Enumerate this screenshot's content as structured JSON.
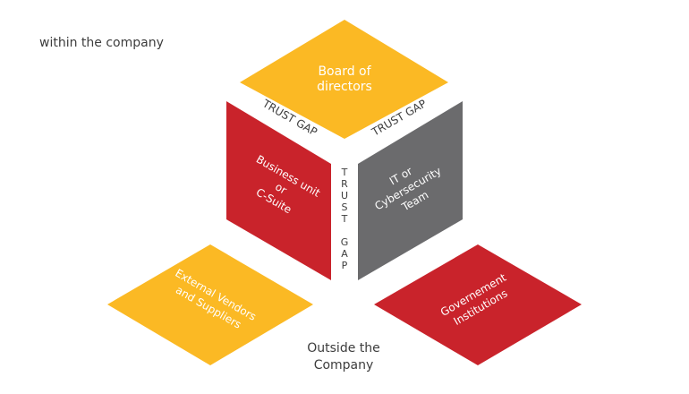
{
  "colors": {
    "yellow": "#FBB924",
    "red": "#C9232B",
    "gray": "#6B6B6D",
    "text_dark": "#3d3d3d",
    "white": "#ffffff"
  },
  "labels": {
    "within": "within the company",
    "outside_line1": "Outside the",
    "outside_line2": "Company"
  },
  "faces": {
    "board": {
      "line1": "Board of",
      "line2": "directors"
    },
    "business": {
      "line1": "Business unit",
      "line2": "or",
      "line3": "C-Suite"
    },
    "it": {
      "line1": "IT or",
      "line2": "Cybersecurity",
      "line3": "Team"
    },
    "vendors": {
      "line1": "External Vendors",
      "line2": "and Suppliers"
    },
    "government": {
      "line1": "Governement",
      "line2": "Institutions"
    }
  },
  "trust_gap": {
    "left": "TRUST GAP",
    "right": "TRUST GAP",
    "vertical": [
      "T",
      "R",
      "U",
      "S",
      "T",
      "",
      "G",
      "A",
      "P"
    ]
  }
}
